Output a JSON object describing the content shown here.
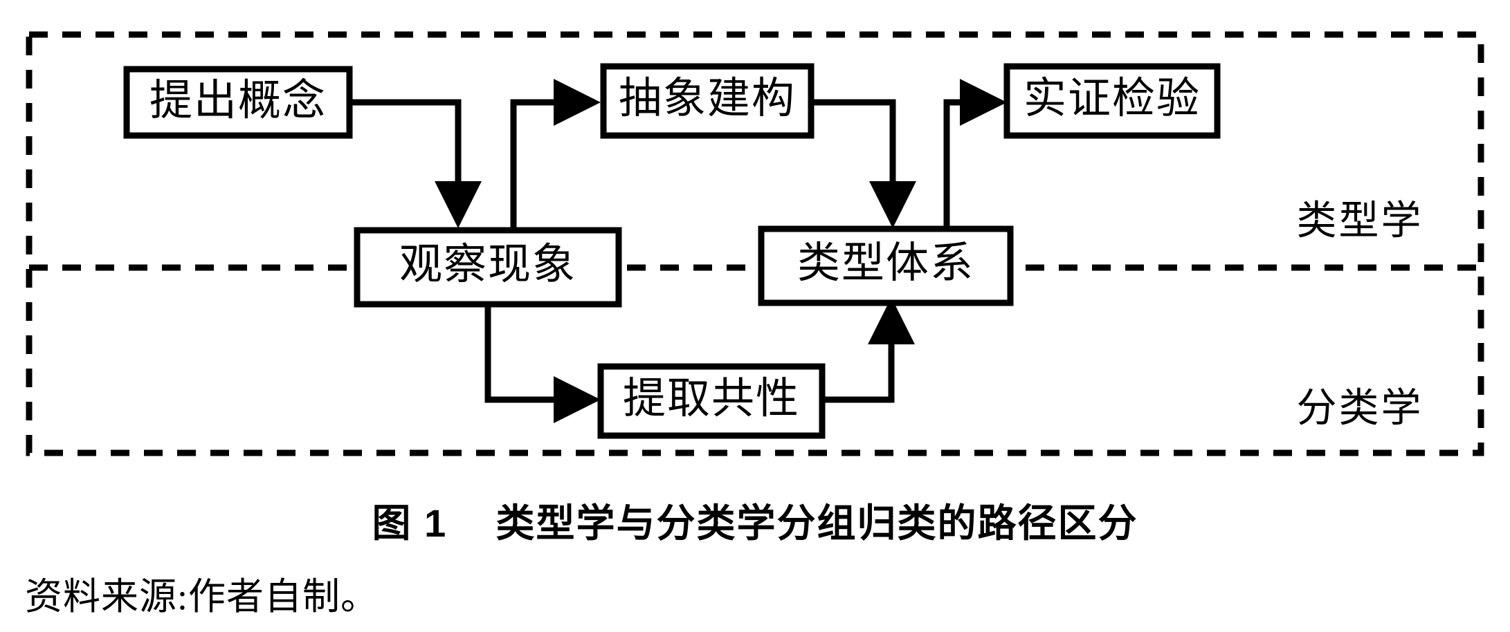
{
  "figure": {
    "caption": "图 1    类型学与分类学分组归类的路径区分",
    "source": "资料来源:作者自制。",
    "frame_style": "dashed-rectangle",
    "divider_style": "dashed-horizontal",
    "colors": {
      "stroke": "#000000",
      "fill": "#ffffff",
      "background": "#ffffff"
    }
  },
  "zones": [
    {
      "id": "typology",
      "label": "类型学"
    },
    {
      "id": "taxonomy",
      "label": "分类学"
    }
  ],
  "nodes": [
    {
      "id": "propose-concept",
      "label": "提出概念",
      "zone": "typology"
    },
    {
      "id": "abstract-construct",
      "label": "抽象建构",
      "zone": "typology"
    },
    {
      "id": "empirical-test",
      "label": "实证检验",
      "zone": "typology"
    },
    {
      "id": "observe-phenomena",
      "label": "观察现象",
      "zone": "boundary"
    },
    {
      "id": "type-system",
      "label": "类型体系",
      "zone": "boundary"
    },
    {
      "id": "extract-commonality",
      "label": "提取共性",
      "zone": "taxonomy"
    }
  ],
  "edges": [
    {
      "id": "edge-1",
      "from": "propose-concept",
      "to": "observe-phenomena",
      "arrow": "down"
    },
    {
      "id": "edge-2",
      "from": "observe-phenomena",
      "to": "abstract-construct",
      "arrow": "right"
    },
    {
      "id": "edge-3",
      "from": "abstract-construct",
      "to": "type-system",
      "arrow": "down"
    },
    {
      "id": "edge-4",
      "from": "type-system",
      "to": "empirical-test",
      "arrow": "right"
    },
    {
      "id": "edge-5",
      "from": "observe-phenomena",
      "to": "extract-commonality",
      "arrow": "right"
    },
    {
      "id": "edge-6",
      "from": "extract-commonality",
      "to": "type-system",
      "arrow": "up"
    }
  ]
}
